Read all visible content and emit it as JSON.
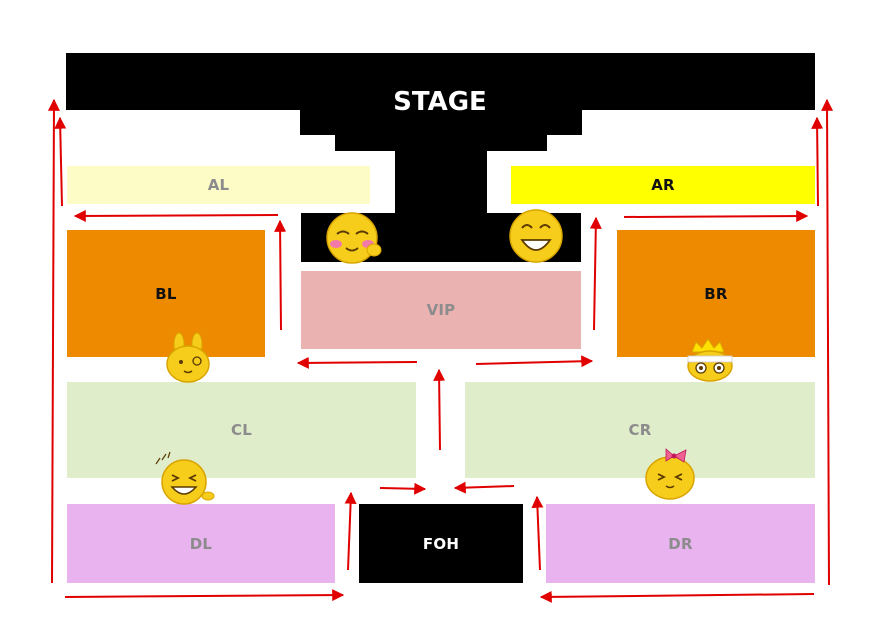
{
  "stage": {
    "label": "STAGE",
    "color": "#000000",
    "text_color": "#ffffff"
  },
  "sections": {
    "al": {
      "label": "AL",
      "fill": "#fdfcc6",
      "text": "#8c8c8c"
    },
    "ar": {
      "label": "AR",
      "fill": "#ffff00",
      "text": "#111111"
    },
    "bl": {
      "label": "BL",
      "fill": "#ed8a00",
      "text": "#111111"
    },
    "br": {
      "label": "BR",
      "fill": "#ed8a00",
      "text": "#111111"
    },
    "vip": {
      "label": "VIP",
      "fill": "#ebb2b2",
      "text": "#8c8c8c"
    },
    "cl": {
      "label": "CL",
      "fill": "#dfedcb",
      "text": "#8c8c8c"
    },
    "cr": {
      "label": "CR",
      "fill": "#dfedcb",
      "text": "#8c8c8c"
    },
    "dl": {
      "label": "DL",
      "fill": "#e8b3ee",
      "text": "#8c8c8c"
    },
    "dr": {
      "label": "DR",
      "fill": "#e8b3ee",
      "text": "#8c8c8c"
    },
    "foh": {
      "label": "FOH",
      "fill": "#000000",
      "text": "#ffffff"
    }
  },
  "flow_arrow_color": "#e00000",
  "mascots": [
    "blushing-face-icon",
    "grinning-face-icon",
    "bunny-face-icon",
    "crowned-face-icon",
    "laughing-face-icon",
    "bow-face-icon"
  ]
}
